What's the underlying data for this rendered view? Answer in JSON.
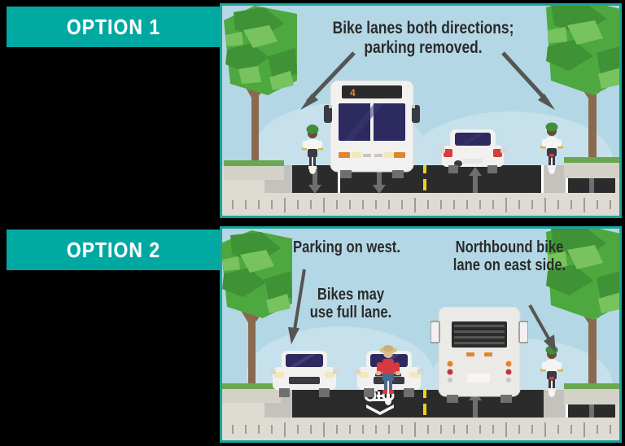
{
  "page": {
    "background": "#000000",
    "accent_teal": "#00a8a2",
    "sky_color": "#b4d7e5",
    "road_color": "#2b2b2b",
    "sidewalk_color": "#dedbd3",
    "center_line_color": "#f2d11a"
  },
  "options": [
    {
      "id": "option-1",
      "label": "OPTION 1",
      "callouts": [
        {
          "id": "callout-1",
          "text": "Bike lanes both directions;\nparking removed."
        }
      ],
      "street_section": {
        "description": "Bike lanes both directions; parking removed.",
        "lanes": [
          {
            "name": "bike-lane-west",
            "marking": "arrow",
            "direction": "down"
          },
          {
            "name": "travel-lane-west",
            "marking": "arrow",
            "direction": "down"
          },
          {
            "name": "travel-lane-east",
            "marking": "arrow",
            "direction": "up"
          },
          {
            "name": "bike-lane-east",
            "marking": "arrow",
            "direction": "up"
          }
        ],
        "center_line": "yellow-dashed"
      },
      "vehicles": [
        {
          "name": "cyclist-west",
          "helmet": "#3f8f3a",
          "shirt": "#f4f4f2",
          "facing": "front"
        },
        {
          "name": "bus-southbound",
          "route_number": "4",
          "facing": "front"
        },
        {
          "name": "car-northbound",
          "color": "#f2f2f0",
          "facing": "rear"
        },
        {
          "name": "cyclist-east",
          "helmet": "#3f8f3a",
          "shirt": "#f4f4f2",
          "facing": "rear"
        }
      ]
    },
    {
      "id": "option-2",
      "label": "OPTION 2",
      "callouts": [
        {
          "id": "callout-2a",
          "text": "Parking on west."
        },
        {
          "id": "callout-2b",
          "text": "Bikes may\nuse full lane."
        },
        {
          "id": "callout-2c",
          "text": "Northbound bike\nlane on east side."
        }
      ],
      "street_section": {
        "description": "Parking on west; bikes may use full lane; northbound bike lane on east side.",
        "lanes": [
          {
            "name": "parking-lane-west",
            "marking": "none",
            "direction": "none"
          },
          {
            "name": "shared-lane-west",
            "marking": "sharrow",
            "direction": "down"
          },
          {
            "name": "travel-lane-east",
            "marking": "arrow",
            "direction": "up"
          },
          {
            "name": "bike-lane-east",
            "marking": "arrow",
            "direction": "up"
          }
        ],
        "center_line": "yellow-dashed"
      },
      "vehicles": [
        {
          "name": "car-parked-west",
          "color": "#f2f2f0",
          "facing": "front"
        },
        {
          "name": "cyclist-in-lane",
          "hat": "#d8c08a",
          "shirt": "#d8383f",
          "facing": "front"
        },
        {
          "name": "car-behind-cyclist",
          "color": "#f2f2f0",
          "facing": "front"
        },
        {
          "name": "bus-northbound",
          "facing": "rear"
        },
        {
          "name": "cyclist-east",
          "helmet": "#3f8f3a",
          "shirt": "#f4f4f2",
          "facing": "rear"
        }
      ]
    }
  ]
}
